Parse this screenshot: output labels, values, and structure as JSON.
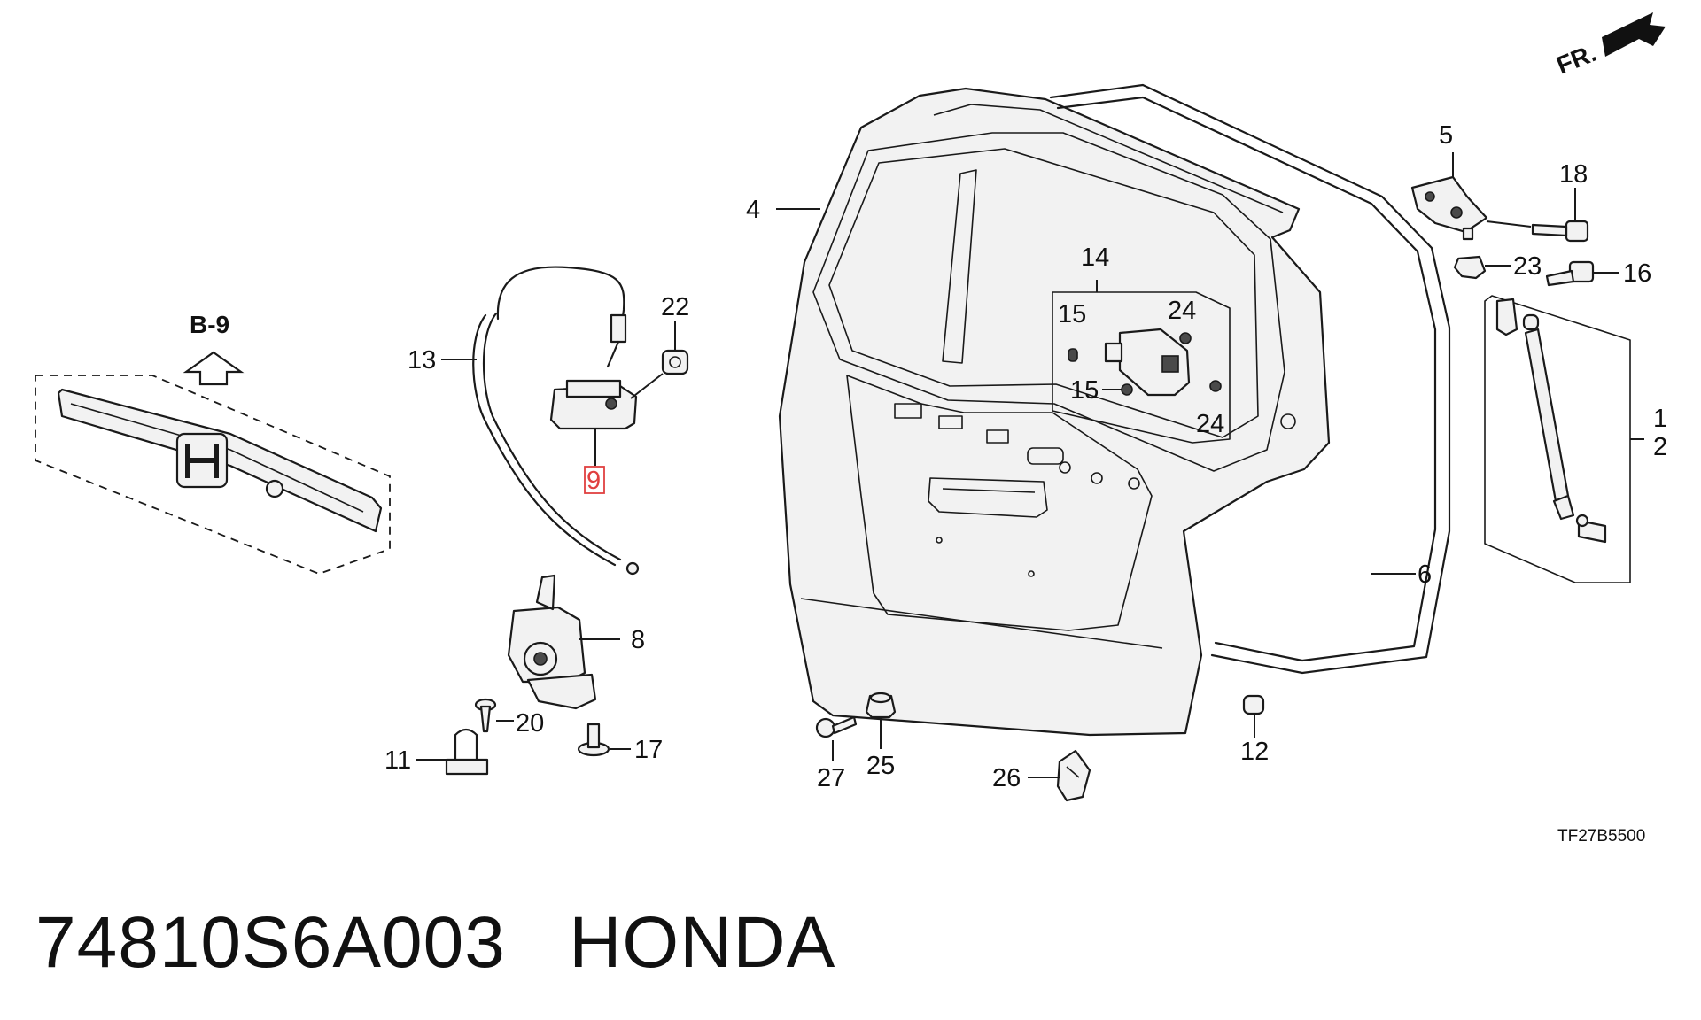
{
  "diagram": {
    "ref_code": "TF27B5500",
    "fr_label": "FR.",
    "section_ref": "B-9",
    "highlight_color": "#e04040",
    "callouts": [
      {
        "id": "c1",
        "label": "1"
      },
      {
        "id": "c2",
        "label": "2"
      },
      {
        "id": "c4",
        "label": "4"
      },
      {
        "id": "c5",
        "label": "5"
      },
      {
        "id": "c6",
        "label": "6"
      },
      {
        "id": "c8",
        "label": "8"
      },
      {
        "id": "c9",
        "label": "9",
        "highlighted": true
      },
      {
        "id": "c11",
        "label": "11"
      },
      {
        "id": "c12",
        "label": "12"
      },
      {
        "id": "c13",
        "label": "13"
      },
      {
        "id": "c14",
        "label": "14"
      },
      {
        "id": "c15a",
        "label": "15"
      },
      {
        "id": "c15b",
        "label": "15"
      },
      {
        "id": "c16",
        "label": "16"
      },
      {
        "id": "c17",
        "label": "17"
      },
      {
        "id": "c18",
        "label": "18"
      },
      {
        "id": "c20",
        "label": "20"
      },
      {
        "id": "c22",
        "label": "22"
      },
      {
        "id": "c23",
        "label": "23"
      },
      {
        "id": "c24a",
        "label": "24"
      },
      {
        "id": "c24b",
        "label": "24"
      },
      {
        "id": "c25",
        "label": "25"
      },
      {
        "id": "c26",
        "label": "26"
      },
      {
        "id": "c27",
        "label": "27"
      }
    ]
  },
  "footer": {
    "part_number": "74810S6A003",
    "brand": "HONDA"
  }
}
